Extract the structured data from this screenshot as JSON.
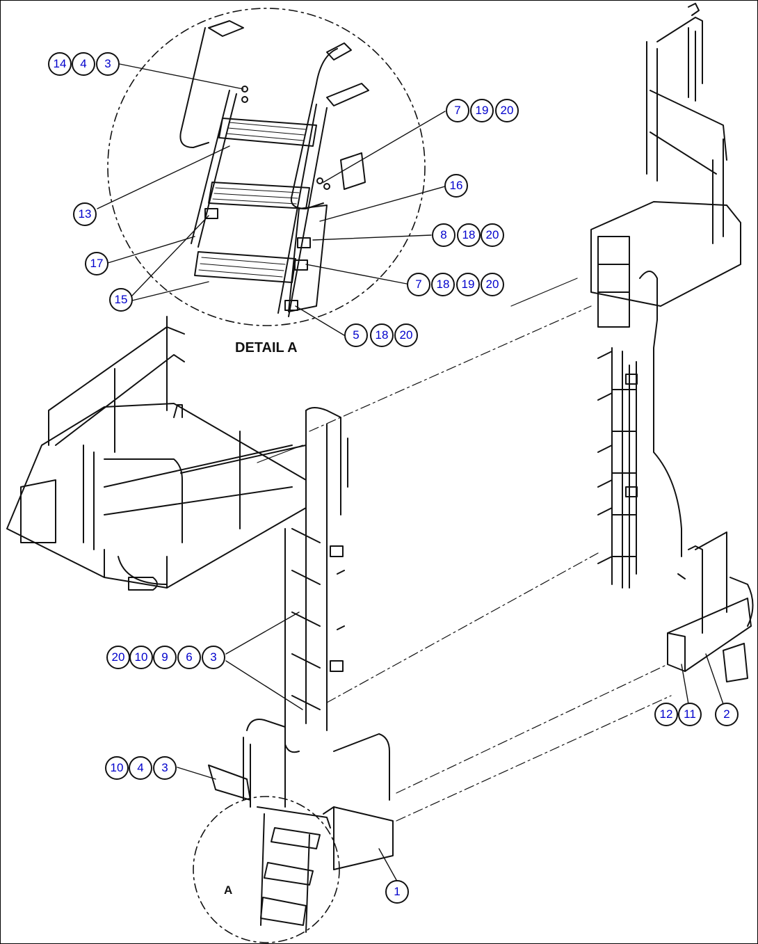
{
  "figure": {
    "detail_title": "DETAIL A",
    "detail_marker": "A"
  },
  "callout_groups": [
    {
      "id": "g1",
      "numbers": [
        "14",
        "4",
        "3"
      ]
    },
    {
      "id": "g2",
      "numbers": [
        "7",
        "19",
        "20"
      ]
    },
    {
      "id": "g3",
      "numbers": [
        "16"
      ]
    },
    {
      "id": "g4",
      "numbers": [
        "13"
      ]
    },
    {
      "id": "g5",
      "numbers": [
        "8",
        "18",
        "20"
      ]
    },
    {
      "id": "g6",
      "numbers": [
        "17"
      ]
    },
    {
      "id": "g7",
      "numbers": [
        "7",
        "18",
        "19",
        "20"
      ]
    },
    {
      "id": "g8",
      "numbers": [
        "15"
      ]
    },
    {
      "id": "g9",
      "numbers": [
        "5",
        "18",
        "20"
      ]
    },
    {
      "id": "g10",
      "numbers": [
        "20",
        "10",
        "9",
        "6",
        "3"
      ]
    },
    {
      "id": "g11",
      "numbers": [
        "12",
        "11"
      ]
    },
    {
      "id": "g12",
      "numbers": [
        "2"
      ]
    },
    {
      "id": "g13",
      "numbers": [
        "10",
        "4",
        "3"
      ]
    },
    {
      "id": "g14",
      "numbers": [
        "1"
      ]
    }
  ]
}
